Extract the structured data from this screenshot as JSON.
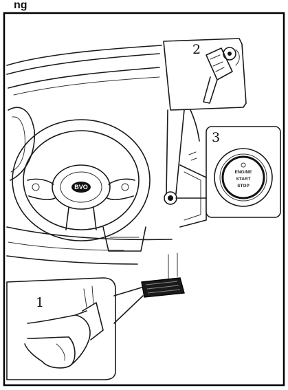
{
  "heading_partial": "ng",
  "steering_logo": "BVO",
  "callouts": [
    {
      "number": "1",
      "subject": "brake-pedal-foot"
    },
    {
      "number": "2",
      "subject": "smart-key-fob"
    },
    {
      "number": "3",
      "subject": "engine-start-stop-button"
    }
  ],
  "start_button": {
    "line1": "ENGINE",
    "line2": "START",
    "line3": "STOP"
  }
}
